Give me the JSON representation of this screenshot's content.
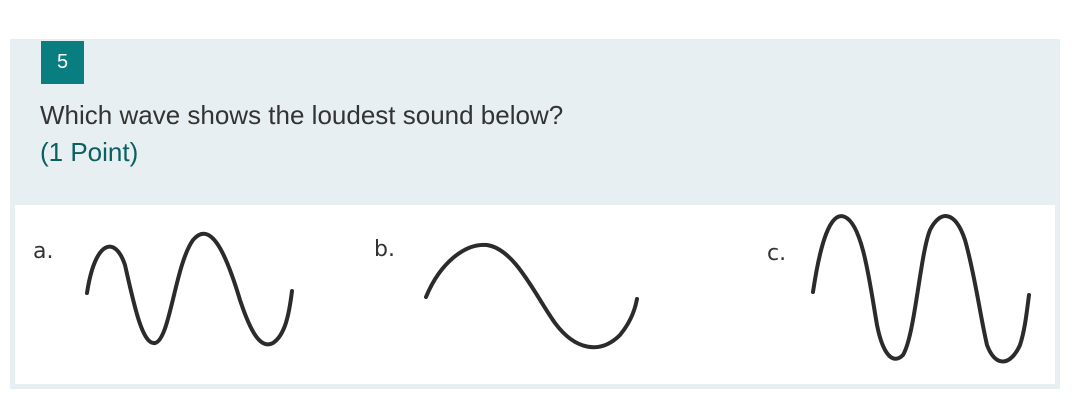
{
  "question": {
    "number": "5",
    "text": "Which wave shows the loudest sound below?",
    "points": "(1 Point)"
  },
  "options": [
    {
      "label": "a.",
      "icon": "wave-medium-amplitude-high-frequency"
    },
    {
      "label": "b.",
      "icon": "wave-small-amplitude-low-frequency"
    },
    {
      "label": "c.",
      "icon": "wave-large-amplitude-high-frequency"
    }
  ],
  "colors": {
    "accent": "#087e80",
    "card_background": "#e8eff2",
    "points_text": "#0b5f5f"
  }
}
